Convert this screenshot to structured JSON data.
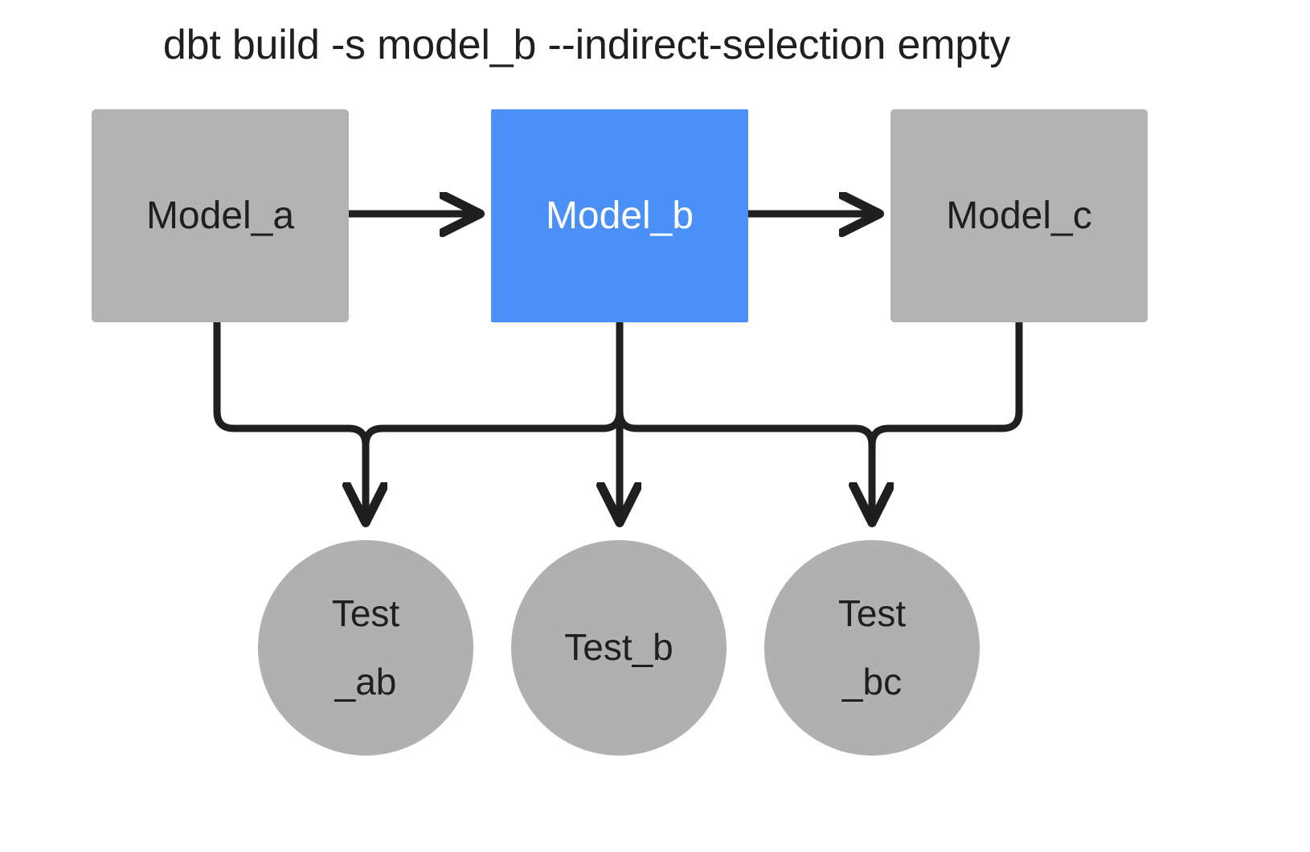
{
  "title": "dbt build -s model_b --indirect-selection empty",
  "colors": {
    "background": "#ffffff",
    "node_gray": "#b3b3b3",
    "circle_gray": "#b0b0b0",
    "selected_blue": "#4a90f7",
    "edge_black": "#1f1f1f",
    "text_dark": "#1f1f1f",
    "text_light": "#ffffff"
  },
  "graph": {
    "models": [
      {
        "id": "model_a",
        "label": "Model_a",
        "selected": false,
        "shape": "rectangle"
      },
      {
        "id": "model_b",
        "label": "Model_b",
        "selected": true,
        "shape": "rectangle"
      },
      {
        "id": "model_c",
        "label": "Model_c",
        "selected": false,
        "shape": "rectangle"
      }
    ],
    "tests": [
      {
        "id": "test_ab",
        "label": "Test_ab",
        "line1": "Test",
        "line2": "_ab",
        "lines": 2,
        "shape": "circle"
      },
      {
        "id": "test_b",
        "label": "Test_b",
        "line1": "Test_b",
        "line2": "",
        "lines": 1,
        "shape": "circle"
      },
      {
        "id": "test_bc",
        "label": "Test_bc",
        "line1": "Test",
        "line2": "_bc",
        "lines": 2,
        "shape": "circle"
      }
    ],
    "edges": [
      {
        "from": "model_a",
        "to": "model_b",
        "style": "straight-arrow"
      },
      {
        "from": "model_b",
        "to": "model_c",
        "style": "straight-arrow"
      },
      {
        "from": "model_a",
        "to": "test_ab",
        "style": "elbow-arrow"
      },
      {
        "from": "model_b",
        "to": "test_ab",
        "style": "elbow-arrow"
      },
      {
        "from": "model_b",
        "to": "test_b",
        "style": "straight-arrow"
      },
      {
        "from": "model_b",
        "to": "test_bc",
        "style": "elbow-arrow"
      },
      {
        "from": "model_c",
        "to": "test_bc",
        "style": "elbow-arrow"
      }
    ]
  }
}
